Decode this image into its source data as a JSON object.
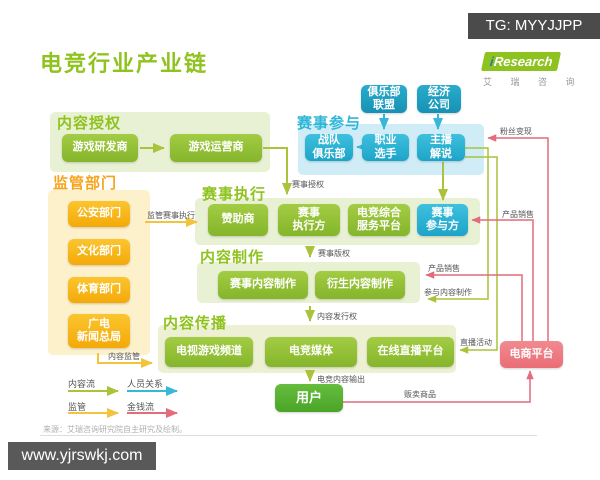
{
  "header": {
    "watermark": "TG: MYYJJPP",
    "title": "电竞行业产业链",
    "logo": {
      "i": "i",
      "name": "Research",
      "caption": "艾 瑞 咨 询"
    }
  },
  "sections": {
    "licensing": "内容授权",
    "regulator": "监管部门",
    "participation": "赛事参与",
    "execution": "赛事执行",
    "production": "内容制作",
    "distribution": "内容传播"
  },
  "nodes": {
    "game_developer": "游戏研发商",
    "game_operator": "游戏运营商",
    "public_security": "公安部门",
    "culture_dept": "文化部门",
    "sports_dept": "体育部门",
    "broadcast_admin": "广电\n新闻总局",
    "club_union": "俱乐部\n联盟",
    "agency": "经济\n公司",
    "team_club": "战队\n俱乐部",
    "pro_player": "职业\n选手",
    "host_commentator": "主播\n解说",
    "sponsor": "赞助商",
    "event_executor": "赛事\n执行方",
    "esports_service_platform": "电竞综合\n服务平台",
    "event_participant": "赛事\n参与方",
    "event_content_production": "赛事内容制作",
    "derivative_content_production": "衍生内容制作",
    "tv_game_channel": "电视游戏频道",
    "esports_media": "电竞媒体",
    "live_platform": "在线直播平台",
    "user": "用户",
    "ecommerce_platform": "电商平台"
  },
  "flow_labels": {
    "event_license": "赛事授权",
    "regulate_event_exec": "监管赛事执行",
    "event_copyright": "赛事版权",
    "content_distribution_right": "内容发行权",
    "esports_content_output": "电竞内容输出",
    "content_regulation": "内容监管",
    "fan_monetization": "粉丝变现",
    "product_sales_upper": "产品销售",
    "product_sales_lower": "产品销售",
    "participate_content_production": "参与内容制作",
    "live_activity": "直播活动",
    "sell_goods": "贩卖商品"
  },
  "legend": [
    {
      "label": "内容流",
      "color": "#a9c33a"
    },
    {
      "label": "人员关系",
      "color": "#38b8d8"
    },
    {
      "label": "监管",
      "color": "#f2c33c"
    },
    {
      "label": "金钱流",
      "color": "#e26b7c"
    }
  ],
  "footer": {
    "source": "来源：艾瑞咨询研究院自主研究及绘制。",
    "watermark": "www.yjrswkj.com"
  },
  "colors": {
    "title_green": "#8fc31f",
    "node_green": "#8cc13a",
    "node_orange": "#f8b601",
    "node_teal": "#2db4d6",
    "node_teal_dark": "#1b9dc0",
    "node_pink": "#ee7a83",
    "user_green": "#56b237",
    "bg_light_green": "#e9f1d5",
    "bg_light_yellow": "#fdf1cc",
    "bg_light_blue": "#d0edf7",
    "bg_olive": "#eef0d4"
  }
}
